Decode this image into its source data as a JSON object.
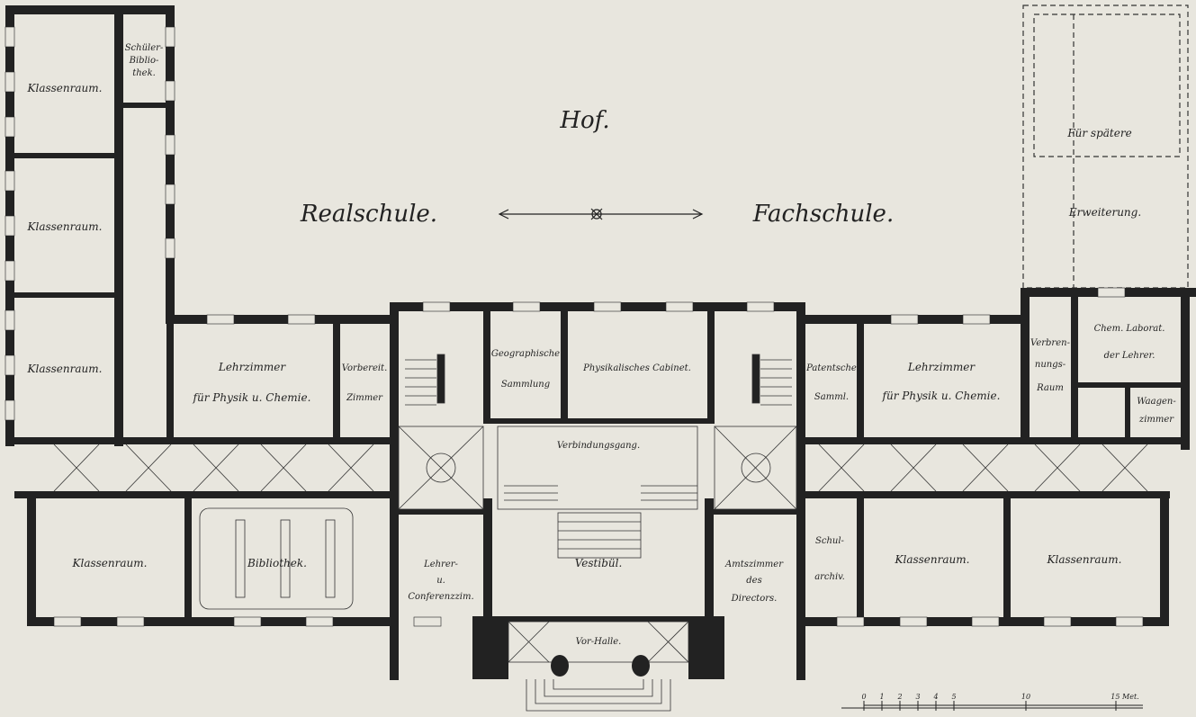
{
  "courtyard": {
    "label": "Hof.",
    "left_wing": "Realschule.",
    "right_wing": "Fachschule."
  },
  "future": {
    "line1": "Für spätere",
    "line2": "Erweiterung."
  },
  "rooms": {
    "klassenraum": "Klassenraum.",
    "schuelerbib_1": "Schüler-",
    "schuelerbib_2": "Biblio-",
    "schuelerbib_3": "thek.",
    "lehrzimmer_1": "Lehrzimmer",
    "lehrzimmer_l2": "für Physik u. Chemie.",
    "lehrzimmer_r2": "für Physik u. Chemie.",
    "vorbereit_1": "Vorbereit.",
    "vorbereit_2": "Zimmer",
    "geo_1": "Geographische",
    "geo_2": "Sammlung",
    "phys_cab": "Physikalisches Cabinet.",
    "patent_1": "Patentsche",
    "patent_2": "Samml.",
    "verbr_1": "Verbren-",
    "verbr_2": "nungs-",
    "verbr_3": "Raum",
    "chem_1": "Chem. Laborat.",
    "chem_2": "der Lehrer.",
    "waagen_1": "Waagen-",
    "waagen_2": "zimmer",
    "verbindung": "Verbindungsgang.",
    "bibliothek": "Bibliothek.",
    "lehrer_1": "Lehrer-",
    "lehrer_2": "u.",
    "lehrer_3": "Conferenzzim.",
    "vestibuel": "Vestibül.",
    "amts_1": "Amtszimmer",
    "amts_2": "des",
    "amts_3": "Directors.",
    "schul_1": "Schul-",
    "schul_2": "archiv.",
    "vorhalle": "Vor-Halle."
  },
  "scale": {
    "ticks": [
      "0",
      "1",
      "2",
      "3",
      "4",
      "5",
      "10",
      "15 Met."
    ]
  }
}
